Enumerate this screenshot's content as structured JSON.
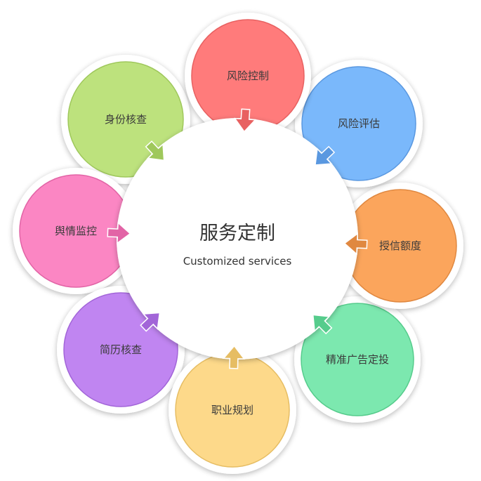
{
  "center": {
    "title": "服务定制",
    "subtitle": "Customized services"
  },
  "petals": [
    {
      "label": "风险控制",
      "color": "#ff7b7b",
      "border": "#e86161"
    },
    {
      "label": "风险评估",
      "color": "#7ab8fb",
      "border": "#5a98e0"
    },
    {
      "label": "授信额度",
      "color": "#fba55c",
      "border": "#e08840"
    },
    {
      "label": "精准广告定投",
      "color": "#7ce8af",
      "border": "#56cc8c"
    },
    {
      "label": "职业规划",
      "color": "#fdd98a",
      "border": "#e6bd63"
    },
    {
      "label": "简历核查",
      "color": "#c085f1",
      "border": "#a265d8"
    },
    {
      "label": "舆情监控",
      "color": "#fb86c3",
      "border": "#e264a6"
    },
    {
      "label": "身份核查",
      "color": "#bde27d",
      "border": "#9fc85c"
    }
  ]
}
